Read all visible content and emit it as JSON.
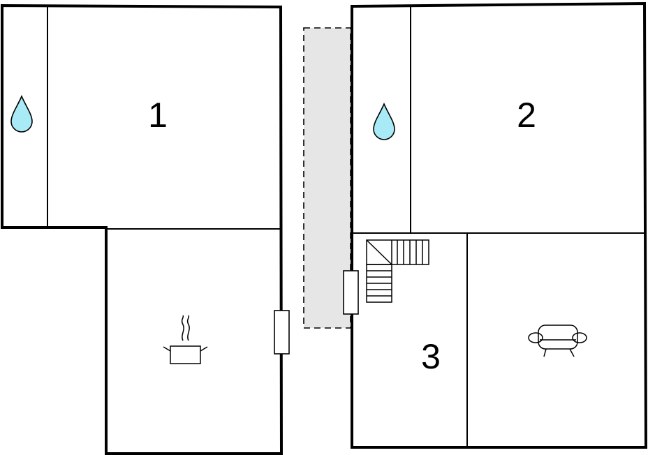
{
  "rooms": [
    {
      "number": "1"
    },
    {
      "number": "2"
    },
    {
      "number": "3"
    }
  ],
  "colors": {
    "wall": "#000000",
    "water_drop": "#a8eaf5",
    "terrace": "#e6e6e6"
  },
  "icons": [
    "water-drop-icon",
    "water-drop-icon",
    "cooking-pot-icon",
    "staircase-icon",
    "sofa-icon"
  ]
}
